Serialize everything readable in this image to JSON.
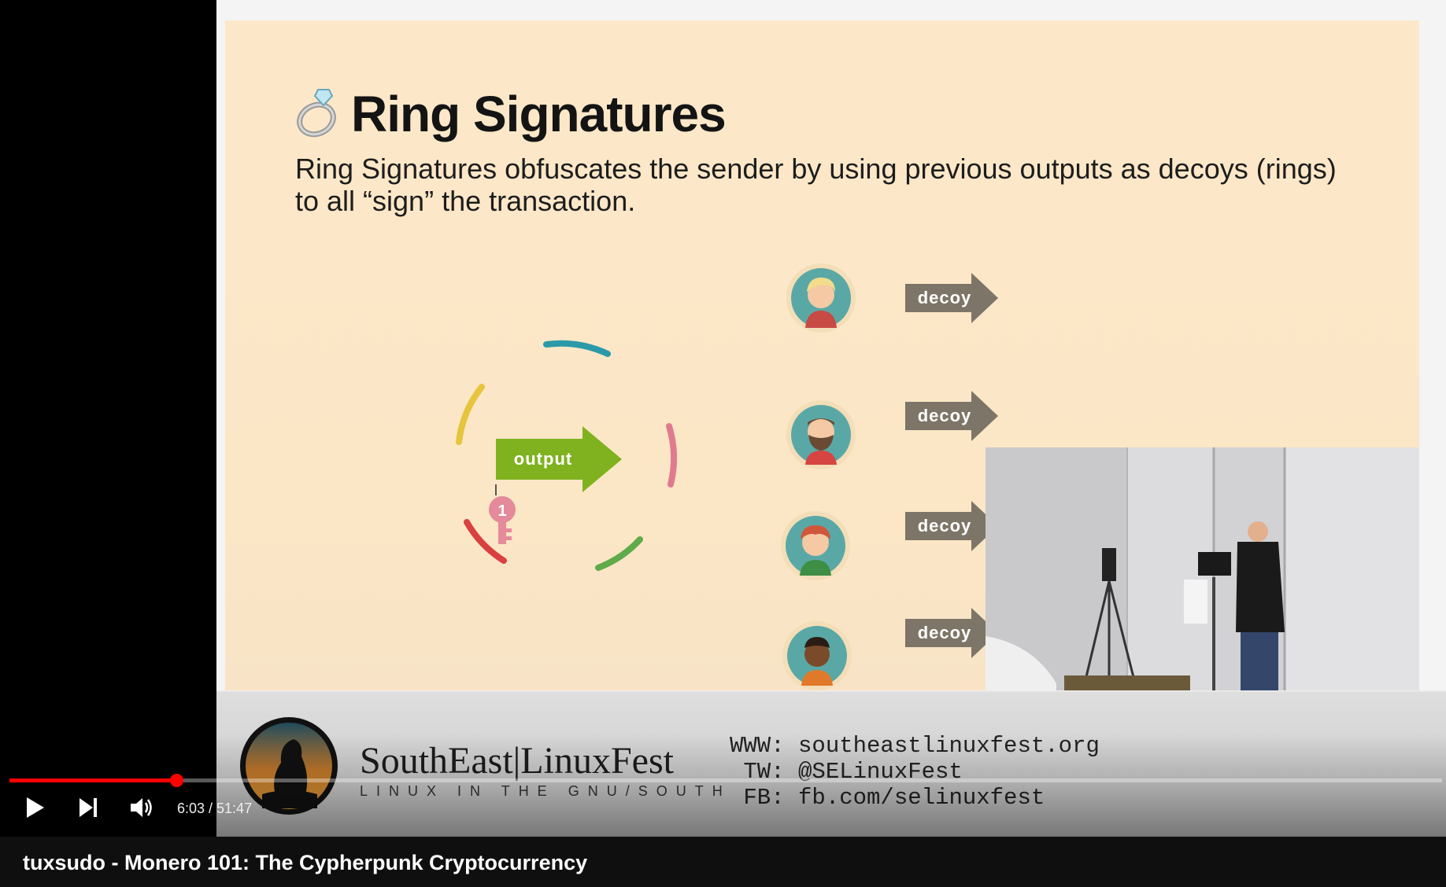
{
  "slide": {
    "title": "Ring Signatures",
    "body": "Ring Signatures obfuscates the sender by using previous outputs as decoys (rings) to all “sign” the transaction.",
    "output_label": "output",
    "key_number": "1",
    "decoys": [
      "decoy",
      "decoy",
      "decoy",
      "decoy"
    ]
  },
  "banner": {
    "brand": "SouthEast|LinuxFest",
    "tagline": "LINUX IN THE GNU/SOUTH",
    "contacts": "WWW: southeastlinuxfest.org\n TW: @SELinuxFest\n FB: fb.com/selinuxfest"
  },
  "player": {
    "current_time": "6:03",
    "duration": "51:47",
    "time_display": "6:03 / 51:47",
    "progress_fraction": 0.1165
  },
  "video_title": "tuxsudo - Monero 101: The Cypherpunk Cryptocurrency",
  "colors": {
    "slide_bg": "#fce8c9",
    "progress_red": "#ff0000",
    "output_green": "#7fb21e",
    "decoy_gray": "#7d7567"
  },
  "icons": [
    "ring-icon",
    "key-icon",
    "play-icon",
    "next-icon",
    "volume-icon",
    "penguin-logo-icon"
  ]
}
